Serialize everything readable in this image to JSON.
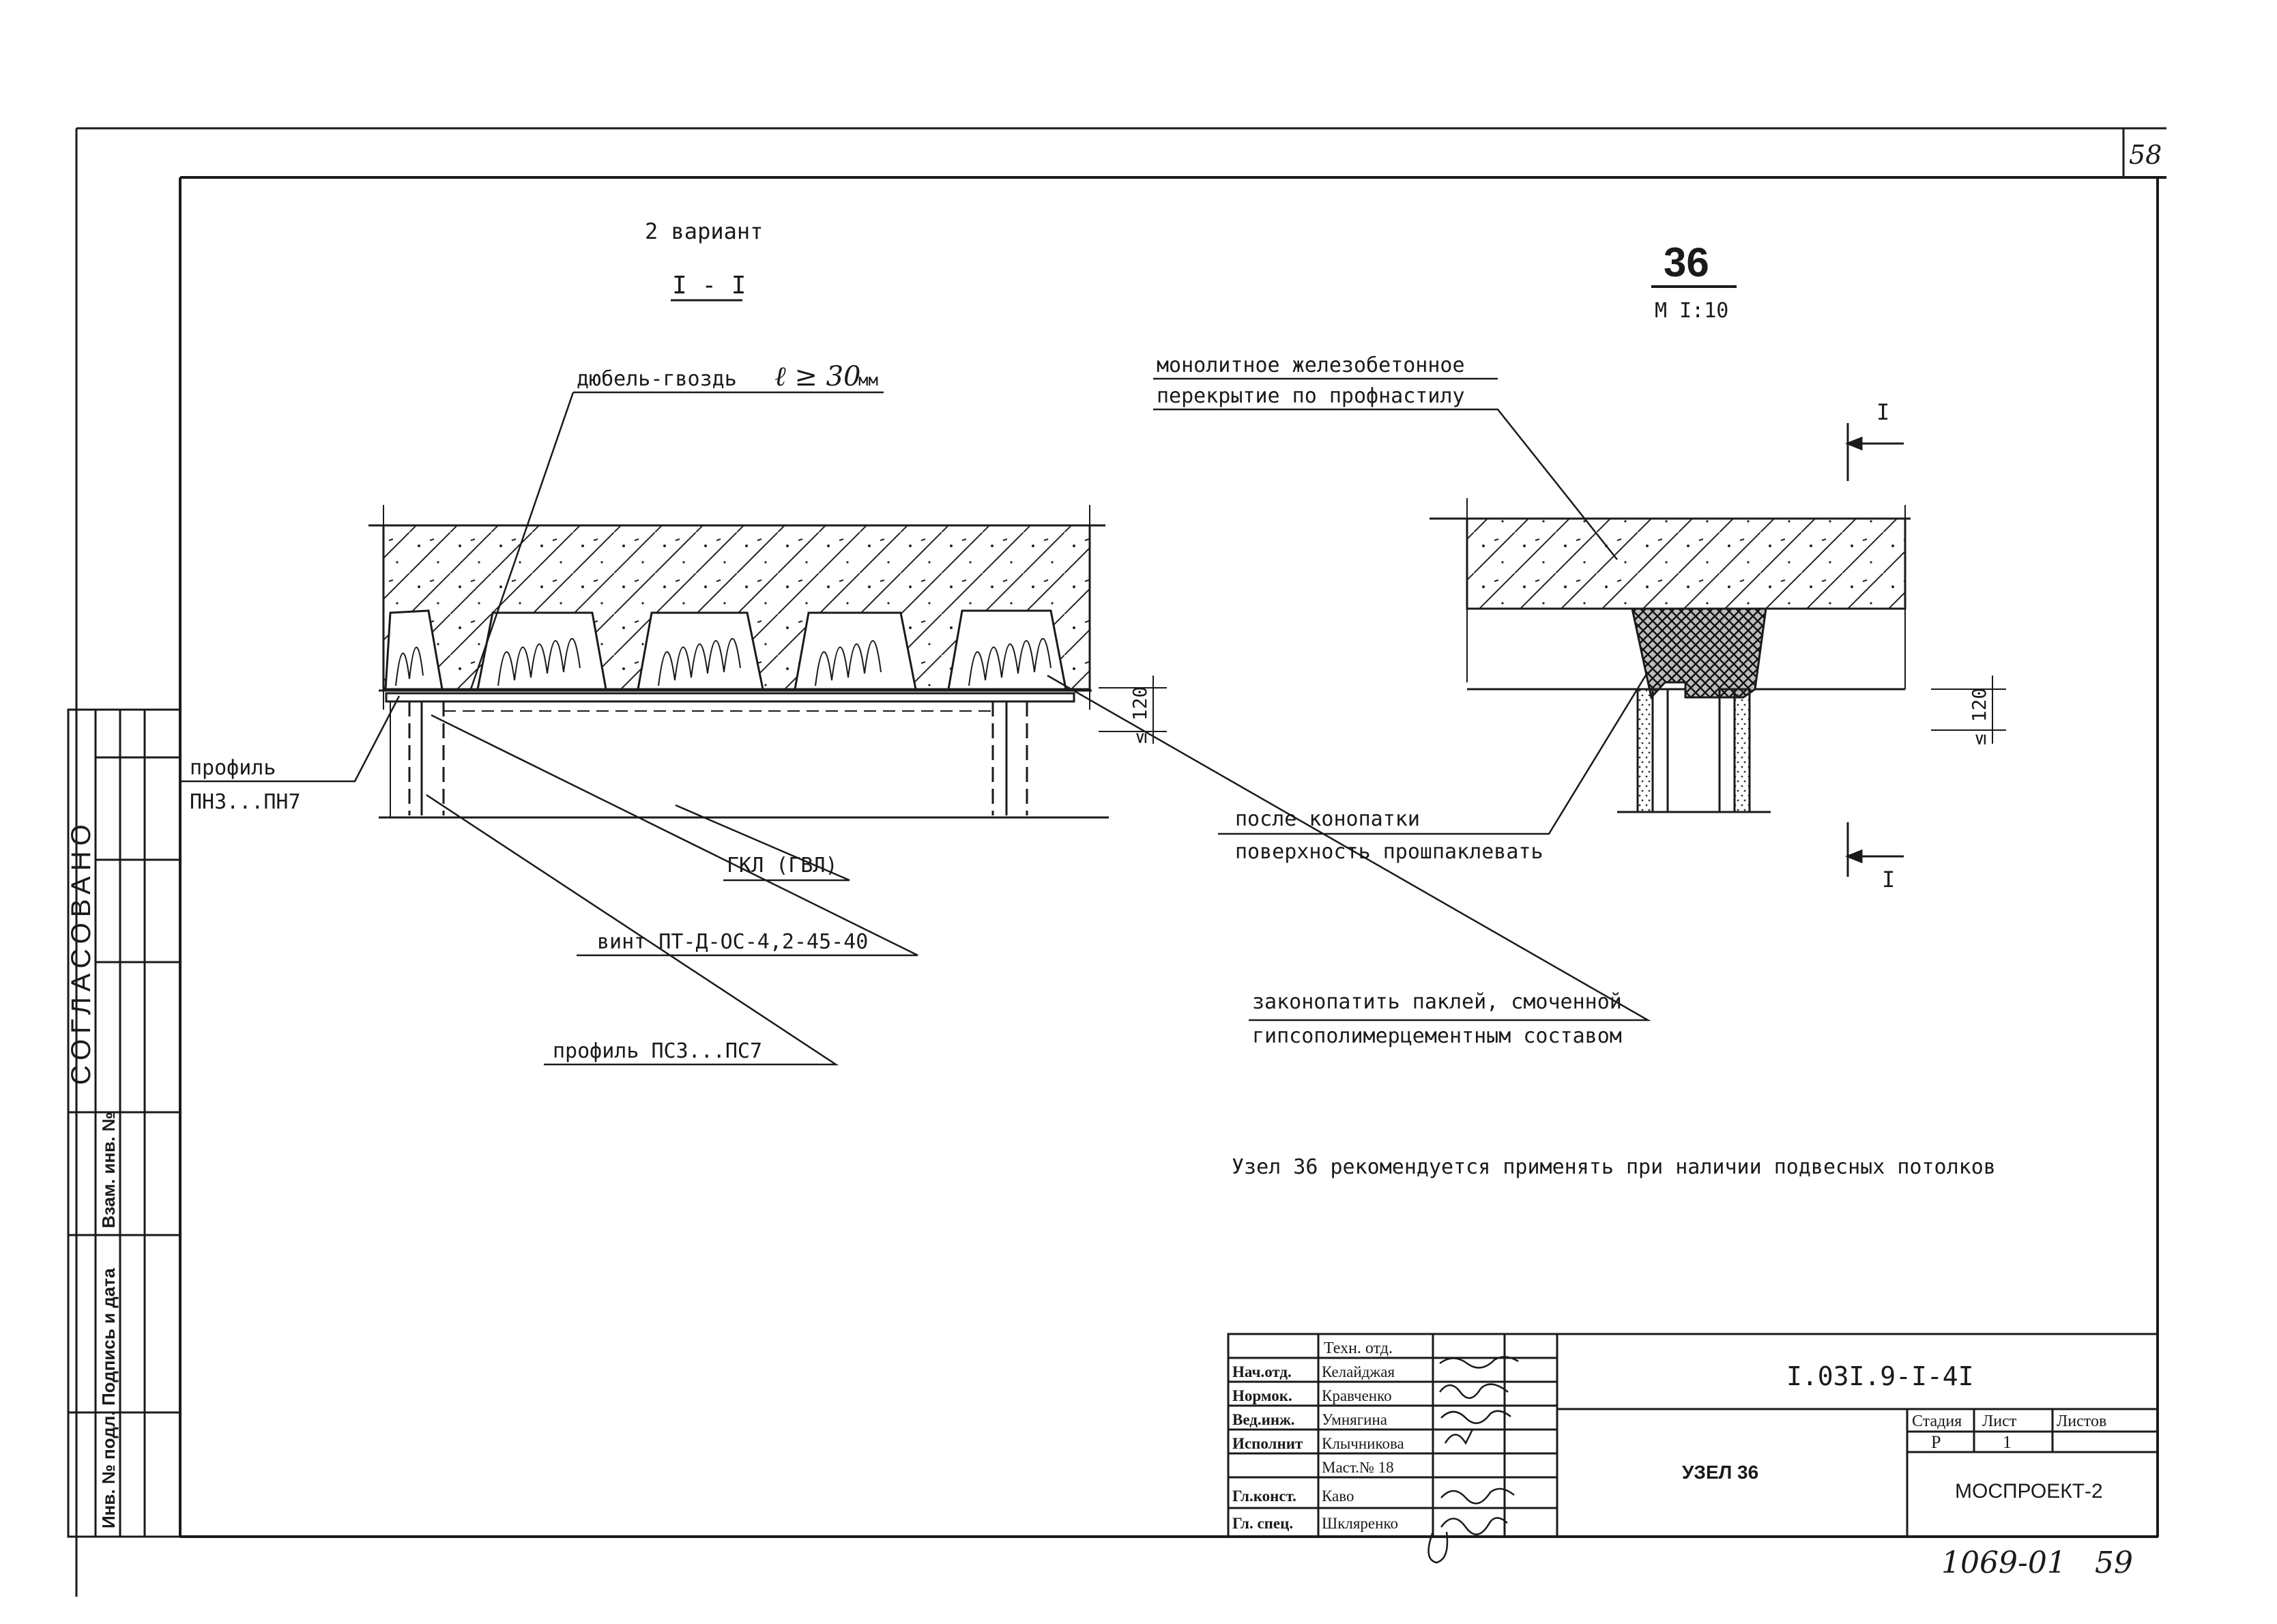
{
  "sheet": {
    "page_number_top": "58",
    "page_number_bottom": "59",
    "archive_number": "1069-01"
  },
  "left_section": {
    "variant": "2 вариант",
    "section_mark": "I - I",
    "labels": {
      "dowel": "дюбель-гвоздь",
      "dowel_formula": "ℓ ≥ 30",
      "dowel_unit": "мм",
      "profile_pn": "профиль",
      "profile_pn_range": "ПН3...ПН7",
      "gkl": "ГКЛ (ГВЛ)",
      "screw": "винт ПТ-Д-ОС-4,2-45-40",
      "profile_ps": "профиль ПС3...ПС7",
      "caulk": "законопатить паклей, смоченной",
      "caulk_2": "гипсополимерцементным составом",
      "dim_120": "≤ 120"
    }
  },
  "right_section": {
    "node_number": "36",
    "scale": "М I:10",
    "labels": {
      "slab_1": "монолитное железобетонное",
      "slab_2": "перекрытие по профнастилу",
      "after_1": "после конопатки",
      "after_2": "поверхность прошпаклевать",
      "cut_mark_top": "I",
      "cut_mark_bottom": "I",
      "dim_120": "≤ 120"
    },
    "note": "Узел 36 рекомендуется применять при наличии подвесных потолков"
  },
  "side_stamp": {
    "agreed": "СОГЛАСОВАНО",
    "inv_orig": "Инв. № подл.",
    "sign_date": "Подпись и дата",
    "inv_repl": "Взам. инв. №"
  },
  "title_block": {
    "tech_dept": "Техн. отд.",
    "rows": [
      {
        "role": "Нач.отд.",
        "name": "Келайджая"
      },
      {
        "role": "Нормок.",
        "name": "Кравченко"
      },
      {
        "role": "Вед.инж.",
        "name": "Умнягина"
      },
      {
        "role": "Исполнит",
        "name": "Клычникова"
      },
      {
        "role": "",
        "name": "Маст.№ 18"
      },
      {
        "role": "Гл.конст.",
        "name": "Каво"
      },
      {
        "role": "Гл. спец.",
        "name": "Шкляренко"
      }
    ],
    "doc_code": "I.03I.9-I-4I",
    "title": "УЗЕЛ 36",
    "stage_header": "Стадия",
    "sheet_header": "Лист",
    "sheets_header": "Листов",
    "stage": "Р",
    "sheet": "1",
    "sheets": "",
    "org": "МОСПРОЕКТ-2"
  }
}
